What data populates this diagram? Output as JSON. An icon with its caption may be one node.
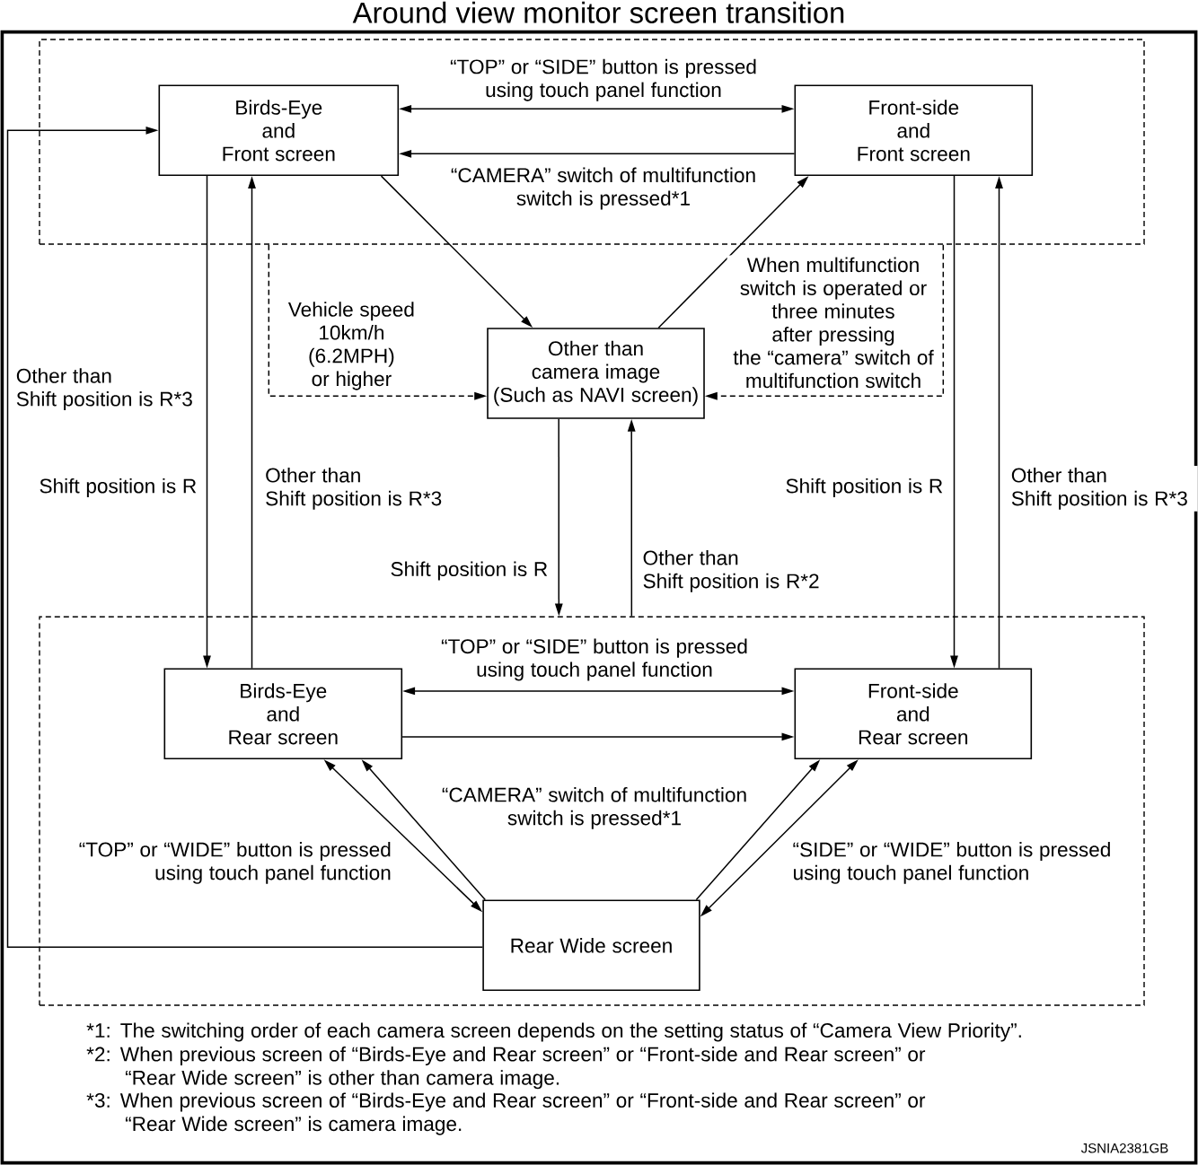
{
  "diagram": {
    "title": "Around view monitor screen transition",
    "nodes": [
      {
        "text": [],
        "shape": "box"
      },
      {
        "text": [
          "Birds-Eye and Front screen"
        ],
        "in": 0
      },
      {
        "text": [
          "Front-side and Front screen"
        ],
        "in": 0
      },
      {
        "text": [
          "Other than camera image (Such as NAVI screen)"
        ]
      },
      {
        "text": [],
        "shape": "box"
      },
      {
        "text": [
          "Birds-Eye and Rear screen"
        ],
        "in": 4
      },
      {
        "text": [
          "Front-side and Rear screen"
        ],
        "in": 4
      },
      {
        "text": [
          "Rear Wide screen"
        ],
        "in": 4
      }
    ],
    "edges": [
      {
        "from": 1,
        "to": 2,
        "arrow": "both",
        "label": "“TOP” or “SIDE” button is pressed using touch panel function"
      },
      {
        "from": 2,
        "to": 1,
        "arrow": "to",
        "label": "“CAMERA” switch of multifunction switch is pressed*1"
      },
      {
        "from": 1,
        "to": 3,
        "arrow": "to"
      },
      {
        "from": 3,
        "to": 2,
        "arrow": "to"
      },
      {
        "from": 0,
        "to": 3,
        "arrow": "to",
        "style": "dashed",
        "label": "Vehicle speed 10km/h (6.2MPH) or higher"
      },
      {
        "from": 0,
        "to": 3,
        "arrow": "to",
        "style": "dashed",
        "label": "When multifunction switch is operated or three minutes after pressing the “camera” switch of multifunction switch"
      },
      {
        "from": 7,
        "to": 1,
        "arrow": "to",
        "label": "Other than Shift position is R*3"
      },
      {
        "from": 1,
        "to": 5,
        "arrow": "to",
        "label": "Shift position is R"
      },
      {
        "from": 5,
        "to": 1,
        "arrow": "to",
        "label": "Other than Shift position is R*3"
      },
      {
        "from": 3,
        "to": 4,
        "arrow": "to",
        "label": "Shift position is R"
      },
      {
        "from": 4,
        "to": 3,
        "arrow": "to",
        "label": "Other than Shift position is R*2"
      },
      {
        "from": 2,
        "to": 6,
        "arrow": "to",
        "label": "Shift position is R"
      },
      {
        "from": 6,
        "to": 2,
        "arrow": "to",
        "label": "Other than Shift position is R*3"
      },
      {
        "from": 5,
        "to": 6,
        "arrow": "both",
        "label": "“TOP” or “SIDE” button is pressed using touch panel function"
      },
      {
        "from": 5,
        "to": 6,
        "arrow": "to"
      },
      {
        "from": 5,
        "to": 7,
        "arrow": "both",
        "label": "“TOP” or “WIDE” button is pressed using touch panel function"
      },
      {
        "from": 7,
        "to": 5,
        "arrow": "to"
      },
      {
        "from": 7,
        "to": 6,
        "arrow": "to",
        "label": "“CAMERA” switch of multifunction switch is pressed*1"
      },
      {
        "from": 6,
        "to": 7,
        "arrow": "both",
        "label": "“SIDE” or “WIDE” button is pressed using touch panel function"
      }
    ],
    "labels": [
      "*1: The switching order of each camera screen depends on the setting status of “Camera View Priority”.",
      "*2: When previous screen of “Birds-Eye and Rear screen” or “Front-side and Rear screen” or “Rear Wide screen” is other than camera image.",
      "*3: When previous screen of “Birds-Eye and Rear screen” or “Front-side and Rear screen” or “Rear Wide screen” is camera image.",
      "JSNIA2381GB"
    ]
  }
}
